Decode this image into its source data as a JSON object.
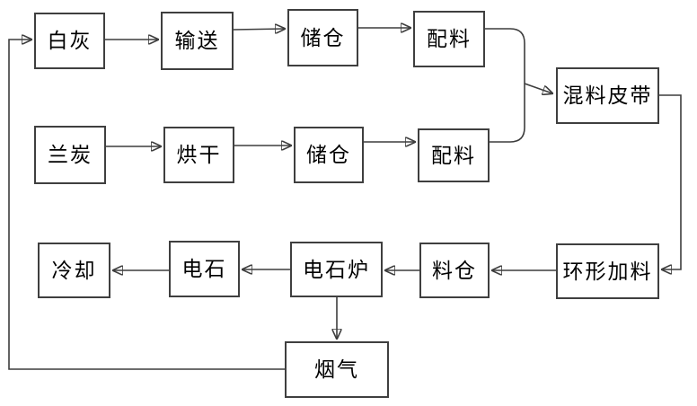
{
  "diagram": {
    "type": "flowchart",
    "background_color": "#ffffff",
    "line_color": "#3d3d3d",
    "box_border_color": "#3f3f3f",
    "text_color": "#000000",
    "nodes": {
      "baihui": {
        "label": "白灰"
      },
      "shusong": {
        "label": "输送"
      },
      "chucang1": {
        "label": "储仓"
      },
      "peiliao1": {
        "label": "配料"
      },
      "hunliao_pidai": {
        "label": "混料皮带"
      },
      "lantan": {
        "label": "兰炭"
      },
      "honggan": {
        "label": "烘干"
      },
      "chucang2": {
        "label": "储仓"
      },
      "peiliao2": {
        "label": "配料"
      },
      "huanxing_jialiao": {
        "label": "环形加料"
      },
      "liaocang": {
        "label": "料仓"
      },
      "dianshilu": {
        "label": "电石炉"
      },
      "dianshi": {
        "label": "电石"
      },
      "lengque": {
        "label": "冷却"
      },
      "yanqi": {
        "label": "烟气"
      }
    },
    "edges": [
      {
        "from": "baihui",
        "to": "shusong"
      },
      {
        "from": "shusong",
        "to": "chucang1"
      },
      {
        "from": "chucang1",
        "to": "peiliao1"
      },
      {
        "from": "peiliao1",
        "to": "hunliao_pidai"
      },
      {
        "from": "lantan",
        "to": "honggan"
      },
      {
        "from": "honggan",
        "to": "chucang2"
      },
      {
        "from": "chucang2",
        "to": "peiliao2"
      },
      {
        "from": "peiliao2",
        "to": "hunliao_pidai"
      },
      {
        "from": "hunliao_pidai",
        "to": "huanxing_jialiao"
      },
      {
        "from": "huanxing_jialiao",
        "to": "liaocang"
      },
      {
        "from": "liaocang",
        "to": "dianshilu"
      },
      {
        "from": "dianshilu",
        "to": "dianshi"
      },
      {
        "from": "dianshi",
        "to": "lengque"
      },
      {
        "from": "dianshilu",
        "to": "yanqi"
      },
      {
        "from": "yanqi",
        "to": "baihui"
      }
    ]
  }
}
